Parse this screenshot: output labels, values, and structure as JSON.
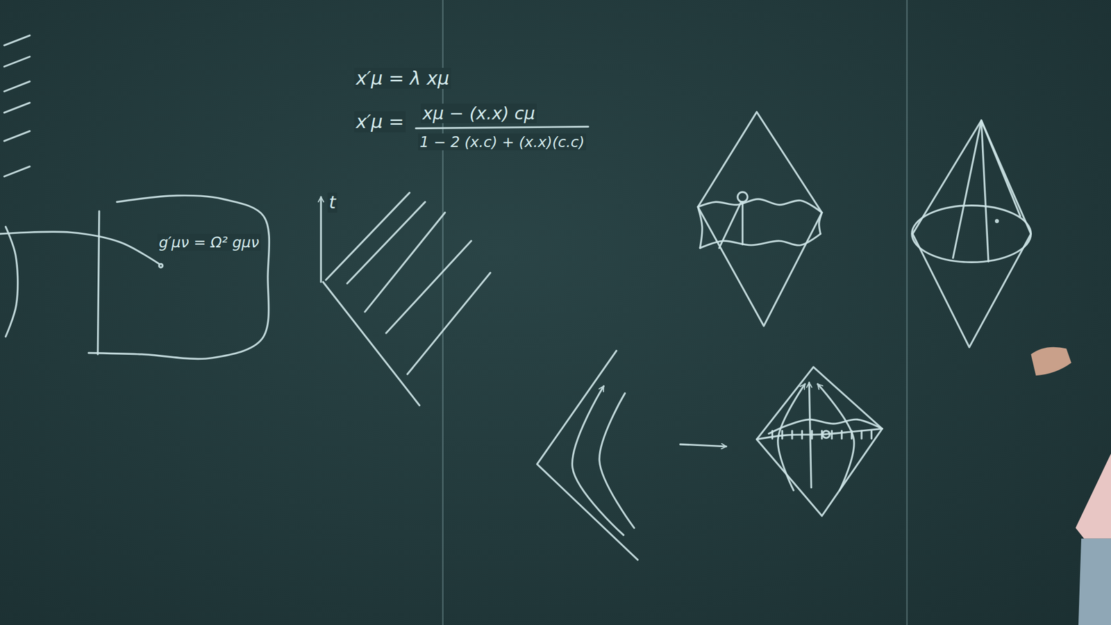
{
  "diagram": {
    "labels": [
      "x′μ = λ xμ",
      "x′μ =",
      "xμ − (x.x) cμ",
      "1 − 2 (x.c) + (x.x)(c.c)",
      "t",
      "g′μν = Ω² gμν"
    ]
  }
}
